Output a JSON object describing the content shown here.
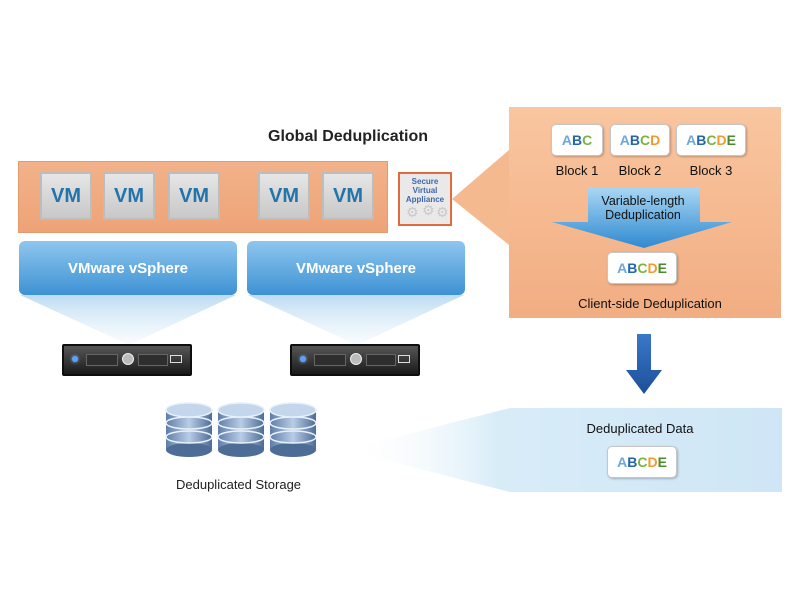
{
  "title": "Global Deduplication",
  "vm_label": "VM",
  "vms": [
    "VM",
    "VM",
    "VM",
    "VM",
    "VM"
  ],
  "secure_appliance": {
    "line1": "Secure",
    "line2": "Virtual",
    "line3": "Appliance"
  },
  "vsphere": [
    "VMware vSphere",
    "VMware vSphere"
  ],
  "storage_label": "Deduplicated Storage",
  "blocks": [
    {
      "letters": [
        "A",
        "B",
        "C"
      ],
      "label": "Block 1"
    },
    {
      "letters": [
        "A",
        "B",
        "C",
        "D"
      ],
      "label": "Block 2"
    },
    {
      "letters": [
        "A",
        "B",
        "C",
        "D",
        "E"
      ],
      "label": "Block 3"
    }
  ],
  "variable_length": {
    "line1": "Variable-length",
    "line2": "Deduplication"
  },
  "result_letters": [
    "A",
    "B",
    "C",
    "D",
    "E"
  ],
  "client_label": "Client-side Deduplication",
  "dedup_data_label": "Deduplicated Data",
  "dedup_data_letters": [
    "A",
    "B",
    "C",
    "D",
    "E"
  ],
  "colors": {
    "vm_text": "#2374ab",
    "orange_band": "#eea377",
    "vsphere_blue": "#3d92d4",
    "arrow_blue": "#1f5fae",
    "letter_A": "#6ea8d9",
    "letter_B": "#2566a8",
    "letter_C": "#7cb342",
    "letter_D": "#f29a2e",
    "letter_E": "#4a8a2a"
  }
}
